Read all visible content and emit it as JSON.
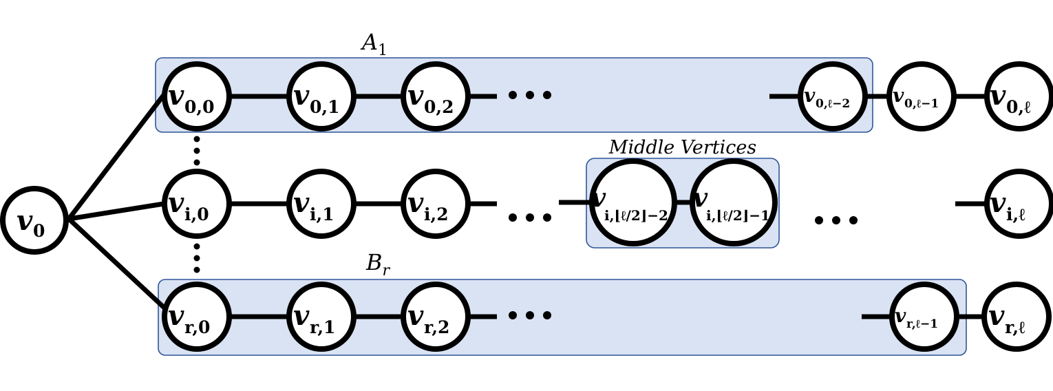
{
  "diagram": {
    "groups": {
      "a1": {
        "label": "A",
        "subscript": "1"
      },
      "br": {
        "label": "B",
        "subscript": "r"
      },
      "middle": {
        "label": "Middle Vertices"
      }
    },
    "root": {
      "main": "v",
      "sub": "0"
    },
    "rows": {
      "row0": [
        {
          "id": "v00",
          "sub": "0,0"
        },
        {
          "id": "v01",
          "sub": "0,1"
        },
        {
          "id": "v02",
          "sub": "0,2"
        },
        {
          "id": "v0l2",
          "sub": "0,ℓ−2"
        },
        {
          "id": "v0l1",
          "sub": "0,ℓ−1"
        },
        {
          "id": "v0l",
          "sub": "0,ℓ"
        }
      ],
      "rowi": [
        {
          "id": "vi0",
          "sub": "i,0"
        },
        {
          "id": "vi1",
          "sub": "i,1"
        },
        {
          "id": "vi2",
          "sub": "i,2"
        },
        {
          "id": "vimid2",
          "sub": "i,⌊ℓ/2⌋−2"
        },
        {
          "id": "vimid1",
          "sub": "i,⌊ℓ/2⌋−1"
        },
        {
          "id": "vil",
          "sub": "i,ℓ"
        }
      ],
      "rowr": [
        {
          "id": "vr0",
          "sub": "r,0"
        },
        {
          "id": "vr1",
          "sub": "r,1"
        },
        {
          "id": "vr2",
          "sub": "r,2"
        },
        {
          "id": "vrl1",
          "sub": "r,ℓ−1"
        },
        {
          "id": "vrl",
          "sub": "r,ℓ"
        }
      ]
    }
  }
}
